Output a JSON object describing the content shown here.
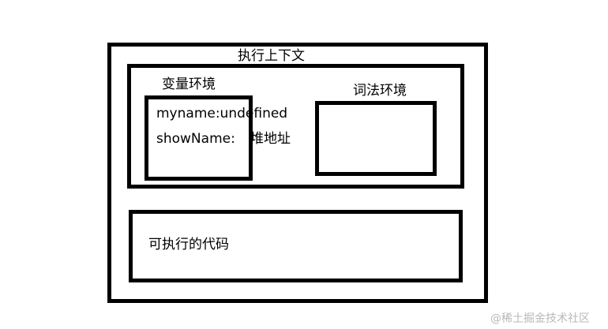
{
  "diagram": {
    "execution_context": {
      "title": "执行上下文"
    },
    "environments": {
      "variable_env": {
        "title": "变量环境",
        "entries": [
          {
            "key_text": "myname:undefined"
          },
          {
            "key_text": "showName:",
            "value_text": "堆地址"
          }
        ]
      },
      "lexical_env": {
        "title": "词法环境"
      }
    },
    "code": {
      "label": "可执行的代码"
    }
  },
  "watermark": {
    "text": "@稀土掘金技术社区"
  },
  "colors": {
    "border": "#000000",
    "background": "#ffffff",
    "watermark": "#b8b8b8"
  }
}
